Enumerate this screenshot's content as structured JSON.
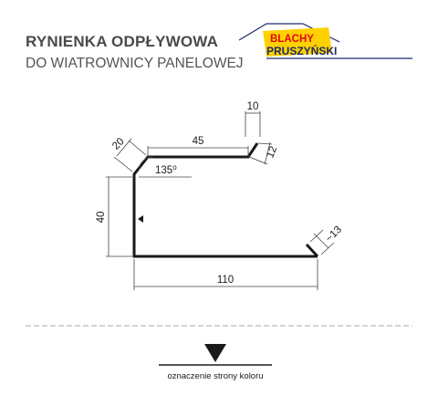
{
  "header": {
    "title": "RYNIENKA ODPŁYWOWA",
    "subtitle": "DO WIATROWNICY PANELOWEJ"
  },
  "logo": {
    "line1": "BLACHY",
    "line2": "PRUSZYŃSKI",
    "color_yellow": "#ffd100",
    "color_red": "#e30613",
    "color_navy": "#1d2a6b"
  },
  "drawing": {
    "dim_10": "10",
    "dim_12": "12",
    "dim_45": "45",
    "dim_20": "20",
    "angle_label": "135",
    "angle_unit": "o",
    "dim_40": "40",
    "dim_13": "~13",
    "dim_110": "110"
  },
  "legend": {
    "caption": "oznaczenie strony koloru"
  },
  "colors": {
    "profile": "#1a1a1a",
    "dimension_line": "#444444",
    "divider": "#aaaaaa"
  }
}
